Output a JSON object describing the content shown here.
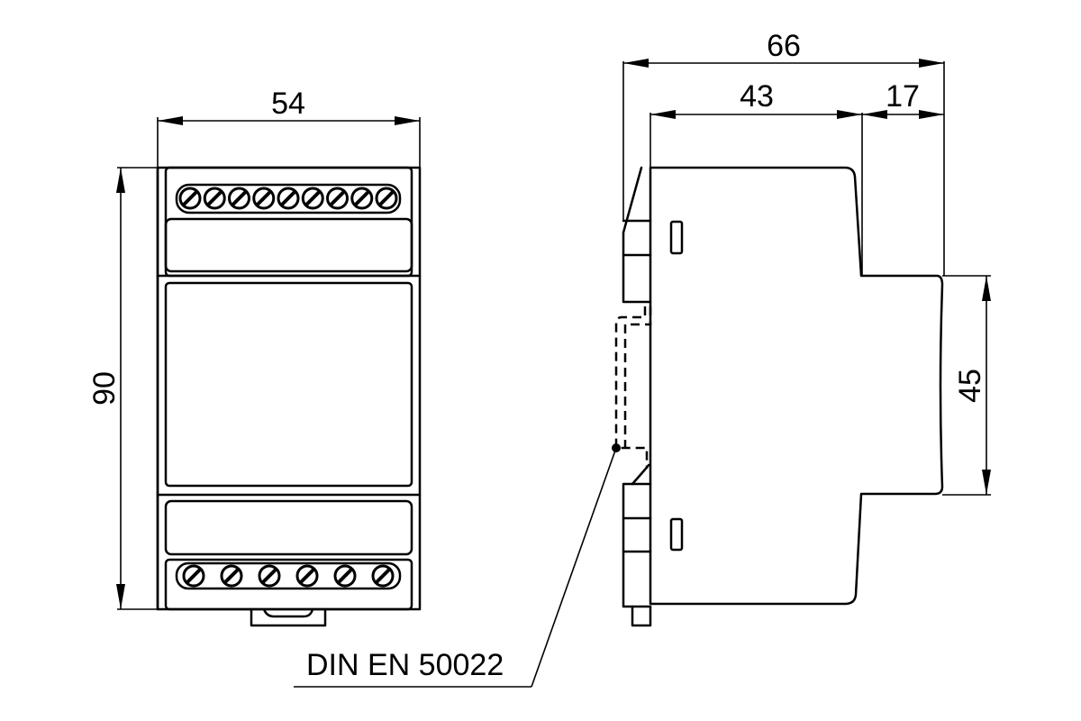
{
  "drawing": {
    "title": "DIN rail enclosure dimensional drawing",
    "front_view": {
      "width_label": "54",
      "height_label": "90",
      "top_terminal_count": 9,
      "bottom_terminal_count": 6
    },
    "side_view": {
      "total_depth_label": "66",
      "body_depth_label": "43",
      "front_depth_label": "17",
      "front_height_label": "45"
    },
    "rail_callout": "DIN EN 50022",
    "colors": {
      "line": "#000000",
      "background": "#ffffff"
    }
  }
}
